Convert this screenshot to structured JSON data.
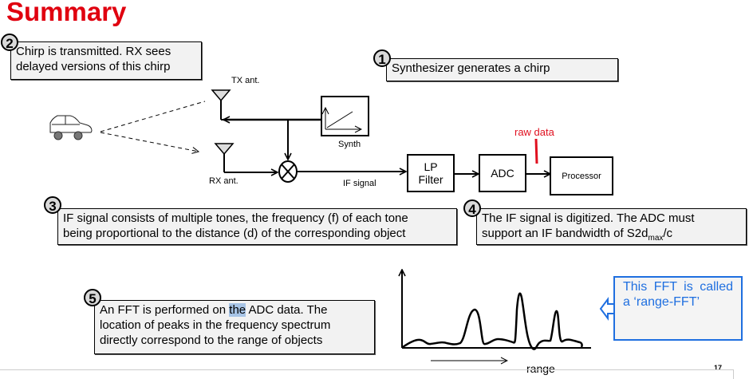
{
  "slide": {
    "title": "Summary",
    "page_number": "17"
  },
  "steps": [
    {
      "number": "1",
      "text": "Synthesizer generates a chirp"
    },
    {
      "number": "2",
      "line1": "Chirp is transmitted. RX sees",
      "line2": "delayed versions of this chirp"
    },
    {
      "number": "3",
      "line1": "IF signal consists of multiple tones, the frequency (f) of each tone",
      "line2": "being proportional to the distance (d) of the corresponding object"
    },
    {
      "number": "4",
      "line1": "The IF signal is digitized. The ADC must",
      "line2_pre": "support an IF bandwidth of S2d",
      "line2_sub": "max",
      "line2_post": "/c"
    },
    {
      "number": "5",
      "line1_pre": "An FFT is performed on ",
      "line1_highlight": "the",
      "line1_post": " ADC data. The",
      "line2": "location of peaks in the frequency spectrum",
      "line3": "directly correspond to the range of objects"
    }
  ],
  "diagram": {
    "tx_antenna_label": "TX ant.",
    "rx_antenna_label": "RX ant.",
    "synth_label": "Synth",
    "if_signal_label": "IF signal",
    "lp_filter_label_1": "LP",
    "lp_filter_label_2": "Filter",
    "adc_label": "ADC",
    "processor_label": "Processor",
    "raw_data_annotation": "raw data",
    "annotation_color": "#e0101f"
  },
  "spectrum": {
    "x_axis_label": "range",
    "callout": "This FFT is called a ‘range-FFT’",
    "callout_color": "#1f6fe0",
    "peaks_relative_height": [
      0.45,
      0.7,
      0.45
    ]
  }
}
